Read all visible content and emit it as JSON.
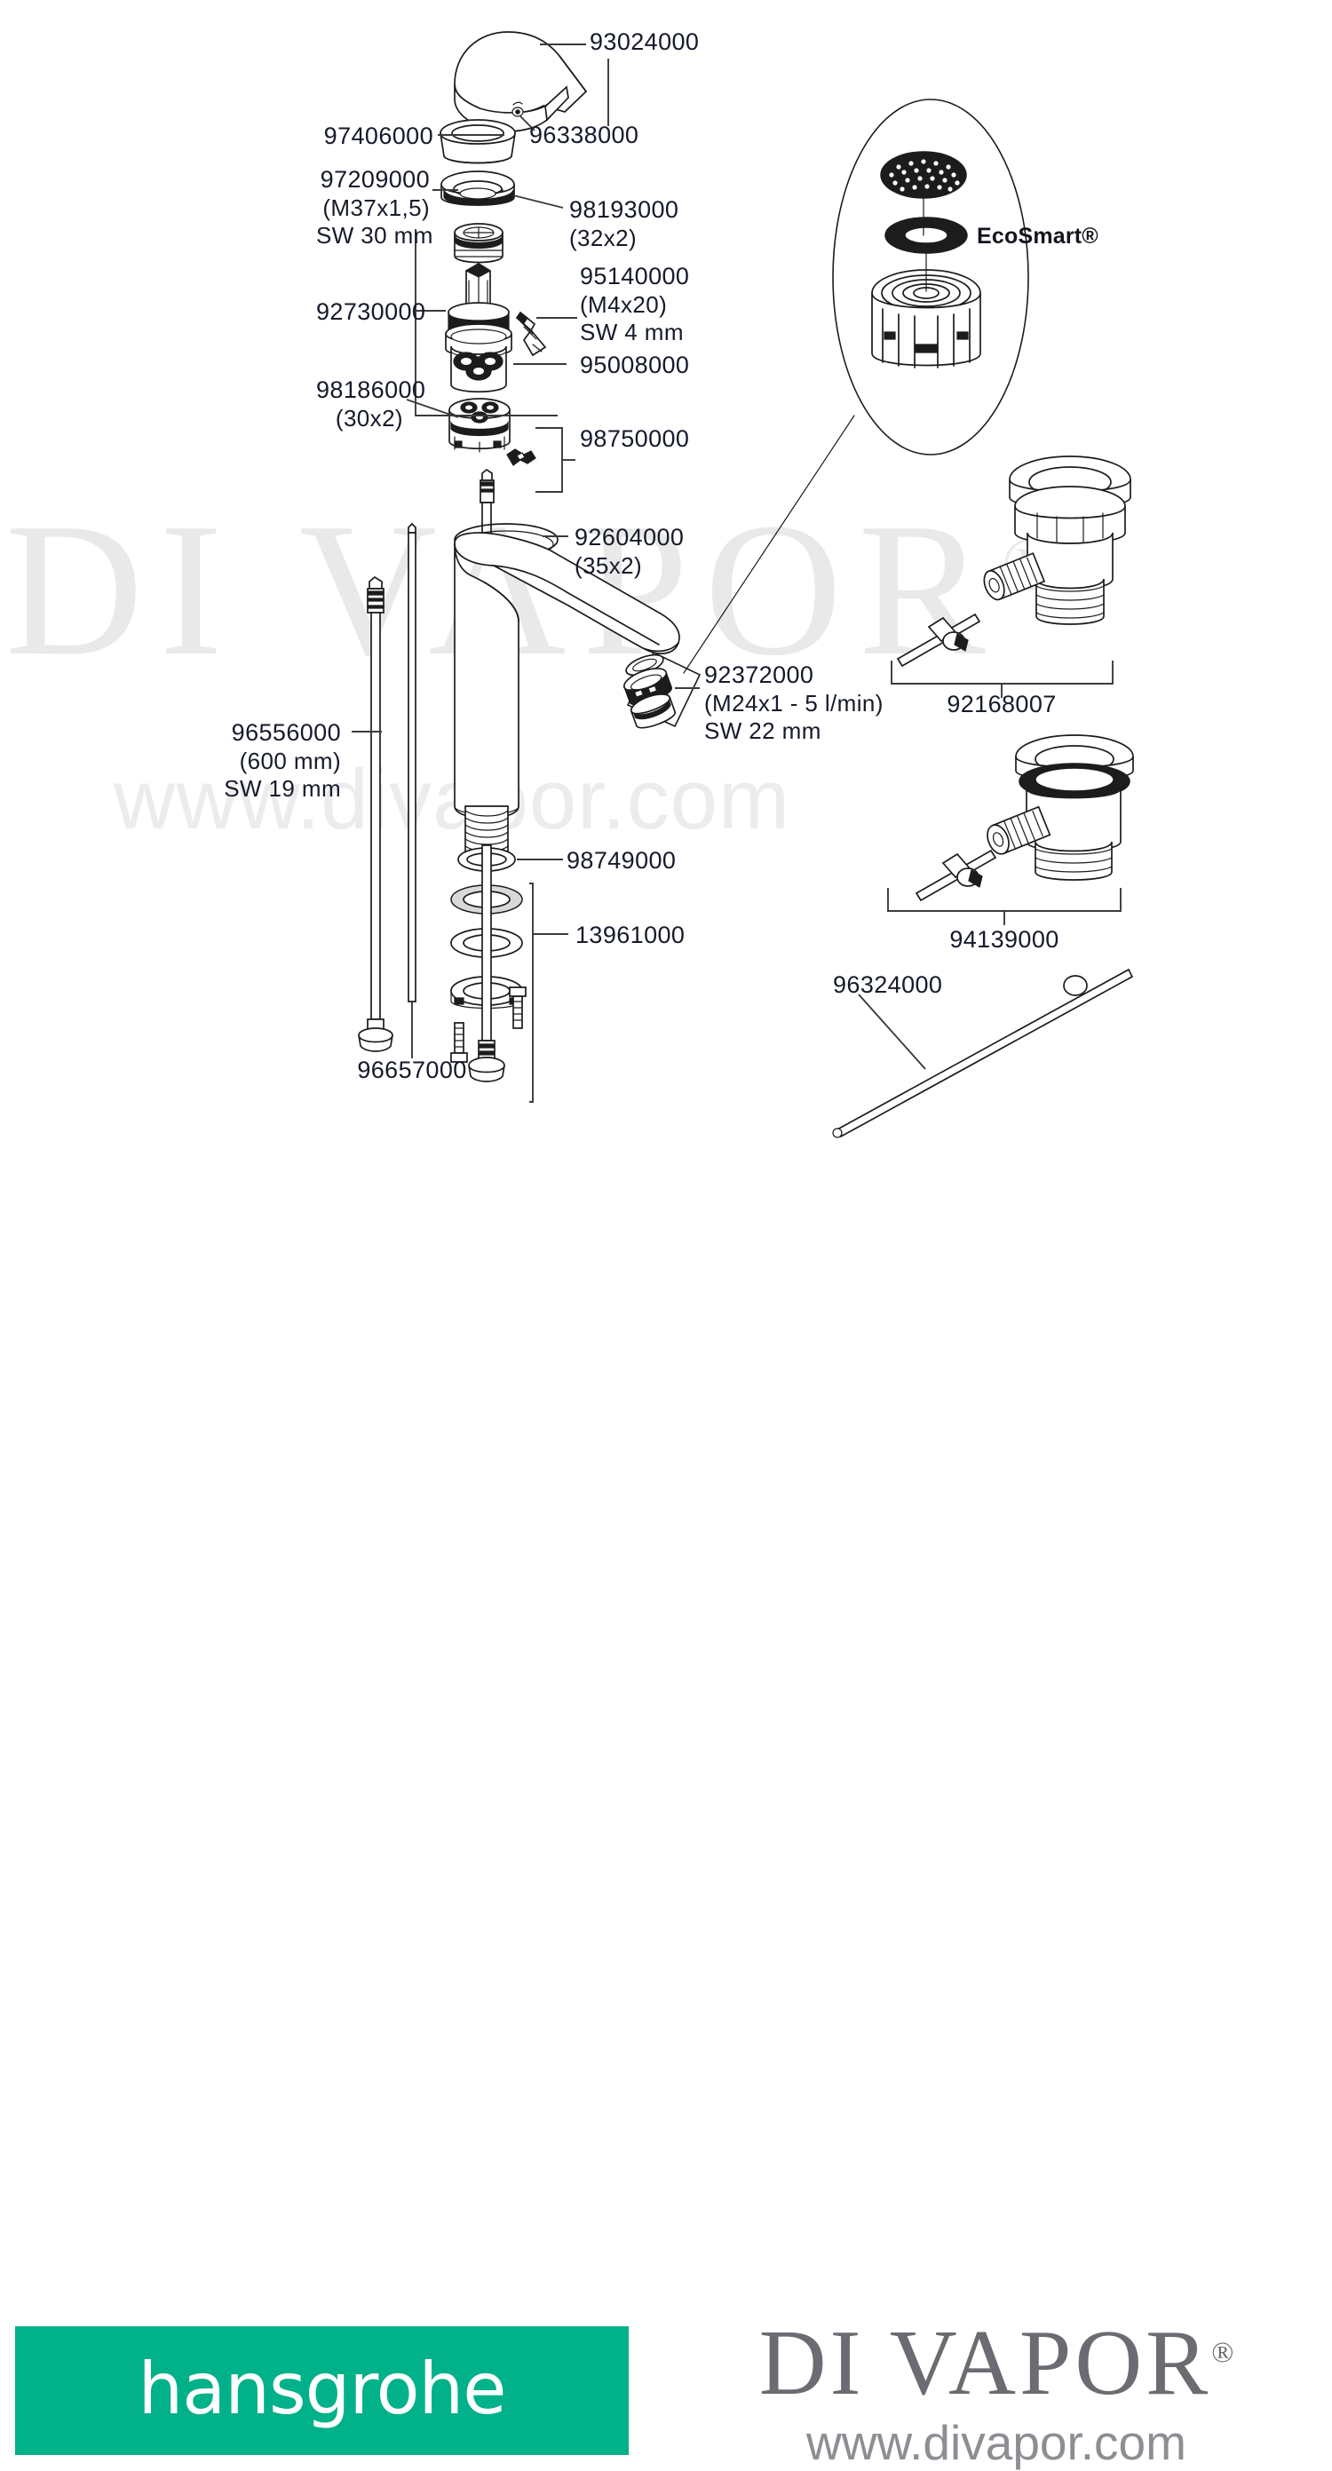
{
  "document": {
    "type": "exploded-parts-diagram",
    "brand": "hansgrohe",
    "retailer": "DI VAPOR",
    "retailer_url": "www.divapor.com",
    "registered_mark": "®"
  },
  "watermark": {
    "big_text": "DI VAPOR",
    "registered": "®",
    "url_text": "www.divapor.com"
  },
  "callout": {
    "ecosmart_label": "EcoSmart®"
  },
  "labels": [
    {
      "id": "l-93024000",
      "code": "93024000",
      "line2": "",
      "line3": ""
    },
    {
      "id": "l-96338000",
      "code": "96338000",
      "line2": "",
      "line3": ""
    },
    {
      "id": "l-97406000",
      "code": "97406000",
      "line2": "",
      "line3": ""
    },
    {
      "id": "l-97209000",
      "code": "97209000",
      "line2": "(M37x1,5)",
      "line3": "SW 30 mm"
    },
    {
      "id": "l-98193000",
      "code": "98193000",
      "line2": "(32x2)",
      "line3": ""
    },
    {
      "id": "l-92730000",
      "code": "92730000",
      "line2": "",
      "line3": ""
    },
    {
      "id": "l-95140000",
      "code": "95140000",
      "line2": "(M4x20)",
      "line3": "SW 4 mm"
    },
    {
      "id": "l-95008000",
      "code": "95008000",
      "line2": "",
      "line3": ""
    },
    {
      "id": "l-98186000",
      "code": "98186000",
      "line2": "(30x2)",
      "line3": ""
    },
    {
      "id": "l-98750000",
      "code": "98750000",
      "line2": "",
      "line3": ""
    },
    {
      "id": "l-92604000",
      "code": "92604000",
      "line2": "(35x2)",
      "line3": ""
    },
    {
      "id": "l-92372000",
      "code": "92372000",
      "line2": "(M24x1 - 5  l/min)",
      "line3": "SW 22 mm"
    },
    {
      "id": "l-96556000",
      "code": "96556000",
      "line2": "(600 mm)",
      "line3": "SW 19 mm"
    },
    {
      "id": "l-98749000",
      "code": "98749000",
      "line2": "",
      "line3": ""
    },
    {
      "id": "l-13961000",
      "code": "13961000",
      "line2": "",
      "line3": ""
    },
    {
      "id": "l-96657000",
      "code": "96657000",
      "line2": "",
      "line3": ""
    },
    {
      "id": "l-92168007",
      "code": "92168007",
      "line2": "",
      "line3": ""
    },
    {
      "id": "l-94139000",
      "code": "94139000",
      "line2": "",
      "line3": ""
    },
    {
      "id": "l-96324000",
      "code": "96324000",
      "line2": "",
      "line3": ""
    }
  ],
  "branding": {
    "hansgrohe_wordmark": "hansgrohe",
    "hansgrohe_box_color": "#00b189",
    "divapor_wordmark": "DI VAPOR",
    "divapor_registered": "®",
    "divapor_url": "www.divapor.com",
    "divapor_color": "#6b6b72"
  },
  "colors": {
    "line": "#1c1c1c",
    "leader": "#3a3a3a",
    "label_text": "#161a2b",
    "watermark": "#e8e8e8",
    "brand_green": "#00b189"
  }
}
